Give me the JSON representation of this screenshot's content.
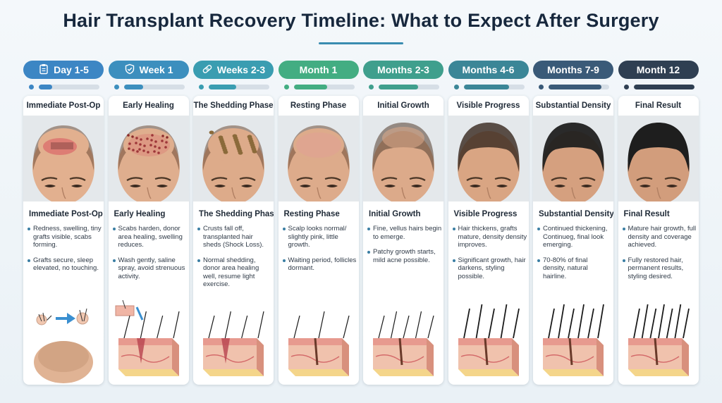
{
  "title": "Hair Transplant Recovery Timeline: What to Expect After Surgery",
  "colors": {
    "stage_colors": [
      "#3c86c4",
      "#3c8fbe",
      "#3a9db1",
      "#43ad82",
      "#3f9f8d",
      "#3b8697",
      "#3a5a78",
      "#2f3f52"
    ]
  },
  "stages": [
    {
      "period": "Day 1-5",
      "icon": "clipboard-icon",
      "progress": 0.22,
      "phase_top": "Immediate Post-Op",
      "phase": "Immediate Post-Op",
      "bullets": [
        "Redness, swelling, tiny grafts visible, scabs forming.",
        "Grafts secure, sleep elevated, no touching."
      ]
    },
    {
      "period": "Week 1",
      "icon": "shield-icon",
      "progress": 0.32,
      "phase_top": "Early Healing",
      "phase": "Early Healing",
      "bullets": [
        "Scabs harden, donor area healing, swelling reduces.",
        "Wash gently, saline spray, avoid strenuous activity."
      ]
    },
    {
      "period": "Weeks 2-3",
      "icon": "bandage-icon",
      "progress": 0.45,
      "phase_top": "The Shedding Phase",
      "phase": "The Shedding Phase",
      "bullets": [
        "Crusts fall off, transplanted hair sheds (Shock Loss).",
        "Normal shedding, donor area healing well, resume light exercise."
      ]
    },
    {
      "period": "Month 1",
      "icon": "",
      "progress": 0.55,
      "phase_top": "Resting Phase",
      "phase": "Resting Phase",
      "bullets": [
        "Scalp looks normal/ slightly pink, little growth.",
        "Waiting period, follicles dormant."
      ]
    },
    {
      "period": "Months 2-3",
      "icon": "",
      "progress": 0.65,
      "phase_top": "Initial Growth",
      "phase": "Initial Growth",
      "bullets": [
        "Fine, vellus hairs begin to emerge.",
        "Patchy growth starts, mild acne possible."
      ]
    },
    {
      "period": "Months 4-6",
      "icon": "",
      "progress": 0.75,
      "phase_top": "Visible Progress",
      "phase": "Visible Progress",
      "bullets": [
        "Hair thickens, grafts mature, density density improves.",
        "Significant growth, hair darkens, styling possible."
      ]
    },
    {
      "period": "Months 7-9",
      "icon": "",
      "progress": 0.87,
      "phase_top": "Substantial Density",
      "phase": "Substantial Density",
      "bullets": [
        "Continued thickening, Continueg, final look emerging.",
        "70-80% of final density, natural hairline."
      ]
    },
    {
      "period": "Month 12",
      "icon": "",
      "progress": 1.0,
      "phase_top": "Final Result",
      "phase": "Final Result",
      "bullets": [
        "Mature hair growth, full density and coverage achieved.",
        "Fully restored hair, permanent results, styling desired."
      ]
    }
  ]
}
